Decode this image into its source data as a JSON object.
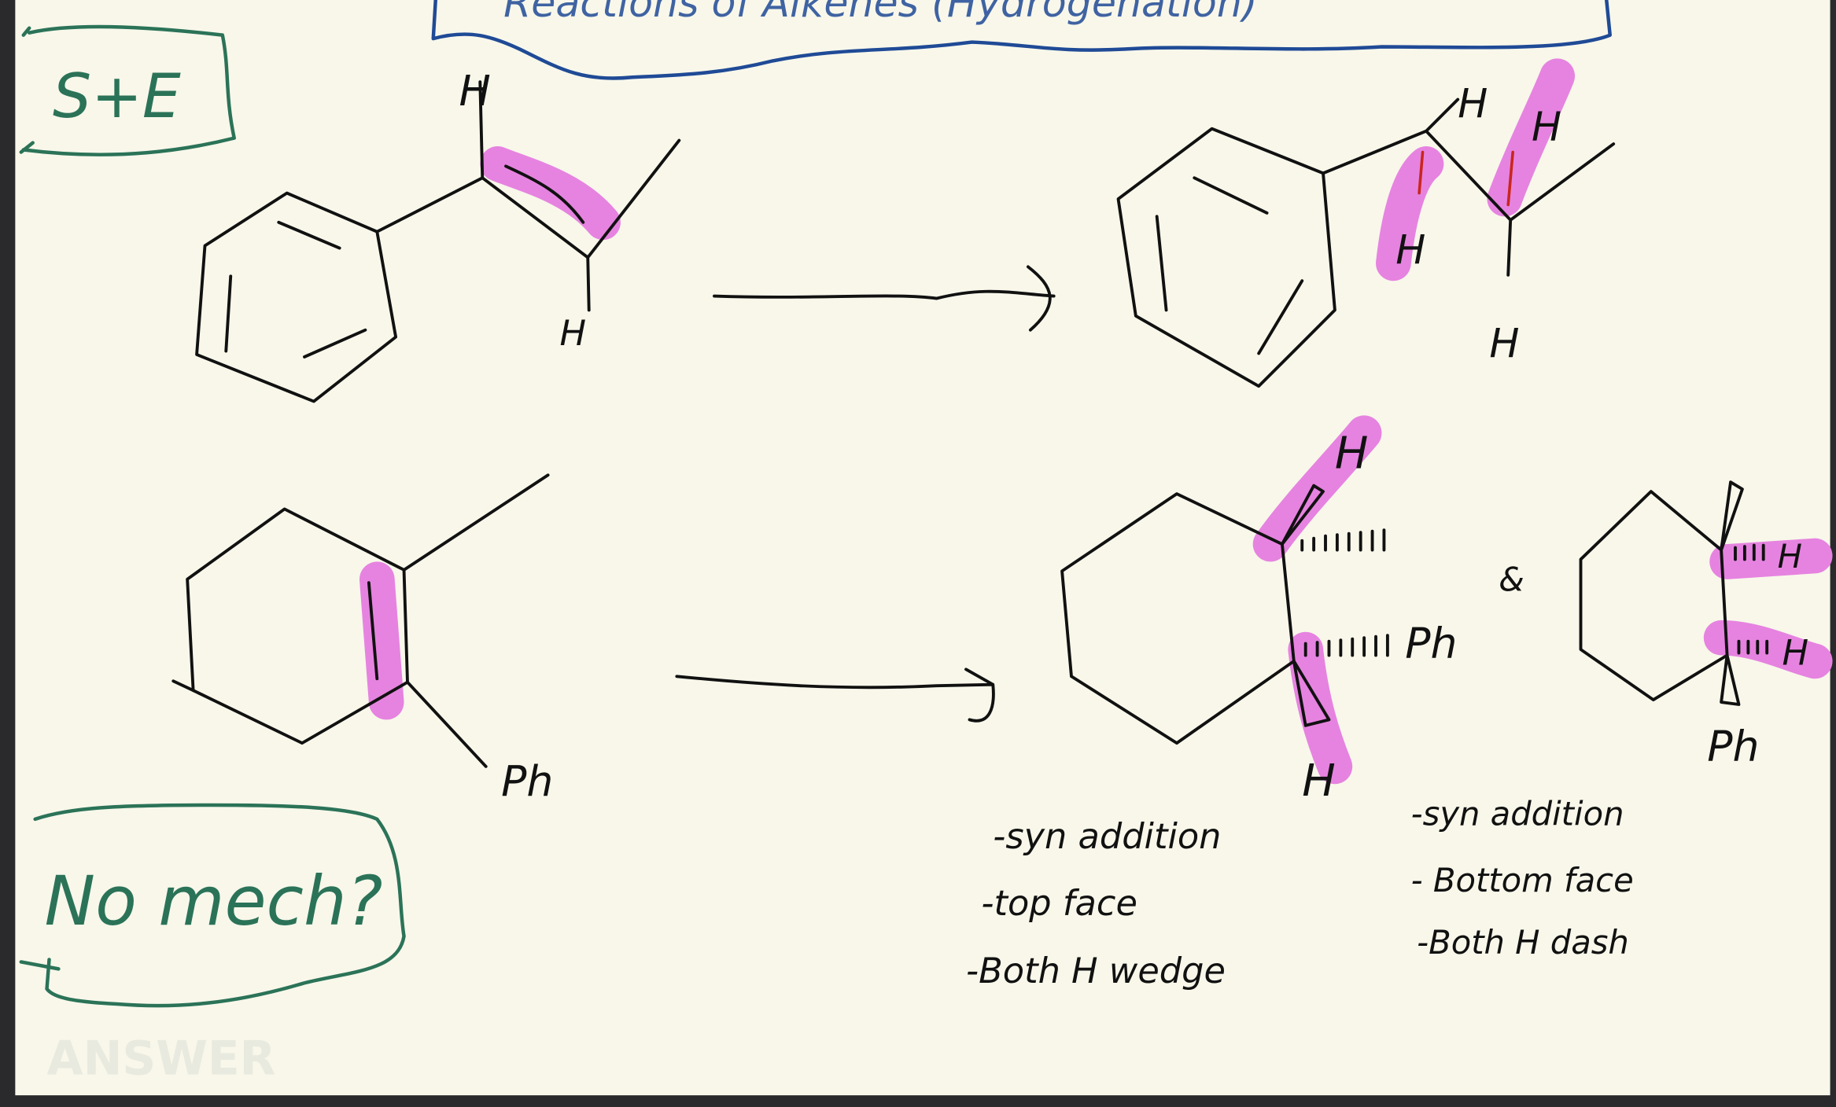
{
  "title": "Reactions of Alkenes (Hydrogenation)",
  "colors": {
    "paper": "#f8f7ea",
    "frame": "#2a2a2c",
    "ink": "#111111",
    "highlight": "#e683e0",
    "green": "#2b7358",
    "blue": "#1f4a96",
    "red": "#c9261e"
  },
  "top_left_box": "S+E",
  "bottom_left_box": "No mech?",
  "watermark": "ANSWER",
  "labels": {
    "h": "H",
    "ph": "Ph",
    "and": "&"
  },
  "notes_left": [
    "-syn addition",
    "-top face",
    "-Both H wedge"
  ],
  "notes_right": [
    "-syn addition",
    "- Bottom face",
    "-Both H dash"
  ]
}
